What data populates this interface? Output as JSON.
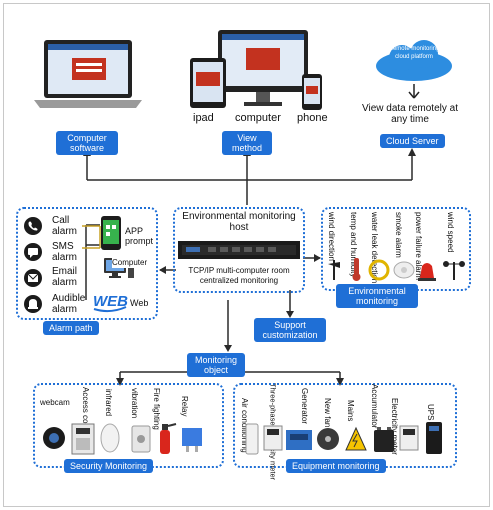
{
  "view_method": {
    "label": "View method",
    "devices": {
      "ipad": "ipad",
      "computer": "computer",
      "phone": "phone"
    },
    "cloud_text": "Remote monitoring cloud platform",
    "remote_text": "View data remotely at any time",
    "computer_software": "Computer software",
    "cloud_server": "Cloud Server"
  },
  "host": {
    "title": "Environmental monitoring host",
    "subtitle": "TCP/IP multi-computer room centralized monitoring",
    "support": "Support customization"
  },
  "alarm": {
    "title": "Alarm path",
    "items": [
      "Call alarm",
      "SMS alarm",
      "Email alarm",
      "Audible alarm"
    ],
    "targets": [
      "APP prompt",
      "Computer",
      "Web"
    ]
  },
  "environmental": {
    "title": "Environmental monitoring",
    "items": [
      "wind direction",
      "temp and humidity",
      "water leak detection",
      "smoke alarm",
      "power failure alarm",
      "wind speed"
    ]
  },
  "monitoring_object": "Monitoring object",
  "security": {
    "title": "Security Monitoring",
    "items": [
      "webcam",
      "Access control",
      "infrared",
      "vibration",
      "Fire fighting",
      "Relay"
    ]
  },
  "equipment": {
    "title": "Equipment monitoring",
    "items": [
      "Air conditioning",
      "Three-phase electricity meter",
      "Generator",
      "New fan",
      "Mains",
      "Accumulator",
      "Electricity meter",
      "UPS"
    ]
  },
  "colors": {
    "accent": "#1f6fd6",
    "line": "#2a2a2a"
  }
}
